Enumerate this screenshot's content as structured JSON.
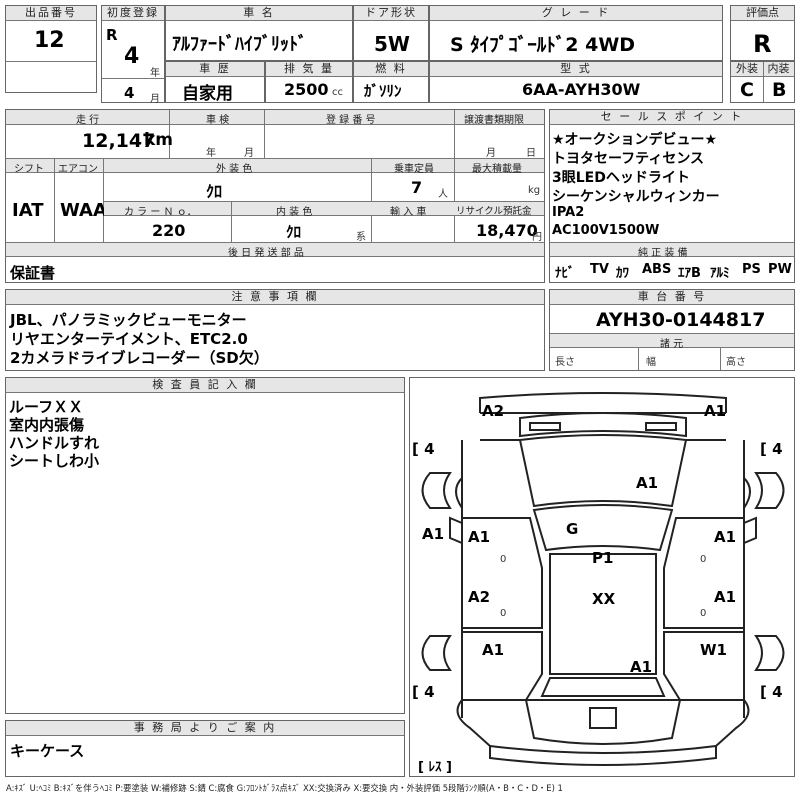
{
  "header": {
    "lot_label": "出品番号",
    "lot": "12",
    "first_reg_label": "初度登録",
    "era": "R",
    "year": "4",
    "year_unit": "年",
    "month": "4",
    "month_unit": "月",
    "car_name_label": "車 名",
    "car_name": "ｱﾙﾌｧｰﾄﾞﾊｲﾌﾞﾘｯﾄﾞ",
    "door_label": "ドア形状",
    "door": "5W",
    "grade_label": "グ レ ー ド",
    "grade": "S ﾀｲﾌﾟｺﾞｰﾙﾄﾞ2 4WD",
    "score_label": "評価点",
    "score": "R",
    "history_label": "車 歴",
    "history": "自家用",
    "displacement_label": "排 気 量",
    "displacement": "2500",
    "displacement_unit": "cc",
    "fuel_label": "燃 料",
    "fuel": "ｶﾞｿﾘﾝ",
    "model_label": "型 式",
    "model": "6AA-AYH30W",
    "ext_label": "外装",
    "ext": "C",
    "int_label": "内装",
    "int": "B"
  },
  "info": {
    "mileage_label": "走 行",
    "mileage": "12,147",
    "mileage_unit": "km",
    "inspection_label": "車 検",
    "insp_year_unit": "年",
    "insp_month_unit": "月",
    "reg_label": "登 録 番 号",
    "transfer_label": "譲渡書類期限",
    "transfer_month_unit": "月",
    "transfer_day_unit": "日",
    "shift_label": "シフト",
    "shift": "IAT",
    "ac_label": "エアコン",
    "ac": "WAA",
    "color_label": "外 装 色",
    "color": "ｸﾛ",
    "capacity_label": "乗車定員",
    "capacity": "7",
    "capacity_unit": "人",
    "load_label": "最大積載量",
    "load_unit": "kg",
    "color_no_label": "カ ラ ー Ｎ ｏ．",
    "color_no": "220",
    "int_color_label": "内 装 色",
    "int_color": "ｸﾛ",
    "int_color_unit": "系",
    "import_label": "輸 入 車",
    "recycle_label": "リサイクル預託金",
    "recycle": "18,470",
    "recycle_unit": "円",
    "later_parts_label": "後 日 発 送 部 品",
    "later_parts": "保証書"
  },
  "sales": {
    "label": "セ ー ル ス ポ イ ン ト",
    "lines": [
      "★オークションデビュー★",
      "トヨタセーフティセンス",
      "3眼LEDヘッドライト",
      "シーケンシャルウィンカー",
      "IPA2",
      "AC100V1500W"
    ],
    "equip_label": "純 正 装 備",
    "equip": [
      "ﾅﾋﾞ",
      "TV",
      "ｶﾜ",
      "ABS",
      "ｴｱB",
      "ｱﾙﾐ",
      "PS",
      "PW"
    ]
  },
  "notes": {
    "label": "注 意 事 項 欄",
    "lines": [
      "JBL、パノラミックビューモニター",
      "リヤエンターテイメント、ETC2.0",
      "2カメラドライブレコーダー（SD欠）"
    ]
  },
  "chassis": {
    "label": "車 台 番 号",
    "value": "AYH30-0144817",
    "dims_label": "諸 元",
    "length_label": "長さ",
    "width_label": "幅",
    "height_label": "高さ"
  },
  "inspector": {
    "label": "検 査 員 記 入 欄",
    "lines": [
      "ルーフＸＸ",
      "室内内張傷",
      "ハンドルすれ",
      "シートしわ小"
    ]
  },
  "office": {
    "label": "事 務 局 よ り ご 案 内",
    "text": "キーケース"
  },
  "diagram": {
    "tire_fl": "4",
    "tire_fr": "4",
    "tire_rl": "4",
    "tire_rr": "4",
    "spare": "ﾚｽ",
    "marks": {
      "front_bumper_left": "A2",
      "front_bumper_right": "A1",
      "hood": "A1",
      "left_fender": "A1",
      "roof_front": "G",
      "roof": "P1",
      "roof_rear": "XX",
      "left_front_door": "A1",
      "right_front_door": "A1",
      "left_rear_door": "A2",
      "right_rear_door": "A1",
      "left_quarter": "A1",
      "right_quarter": "W1",
      "rear": "A1",
      "lfd_small": "0",
      "rfd_small": "0",
      "lrd_small": "0",
      "rrd_small": "0"
    }
  },
  "legend": "A:ｷｽﾞ U:ﾍｺﾐ B:ｷｽﾞを伴うﾍｺﾐ P:要塗装 W:補修跡 S:錆 C:腐食 G:ﾌﾛﾝﾄｶﾞﾗｽ点ｷｽﾞ XX:交換済み X:要交換 内・外装評価 5段階ﾗﾝｸ順(A・B・C・D・E) 1"
}
